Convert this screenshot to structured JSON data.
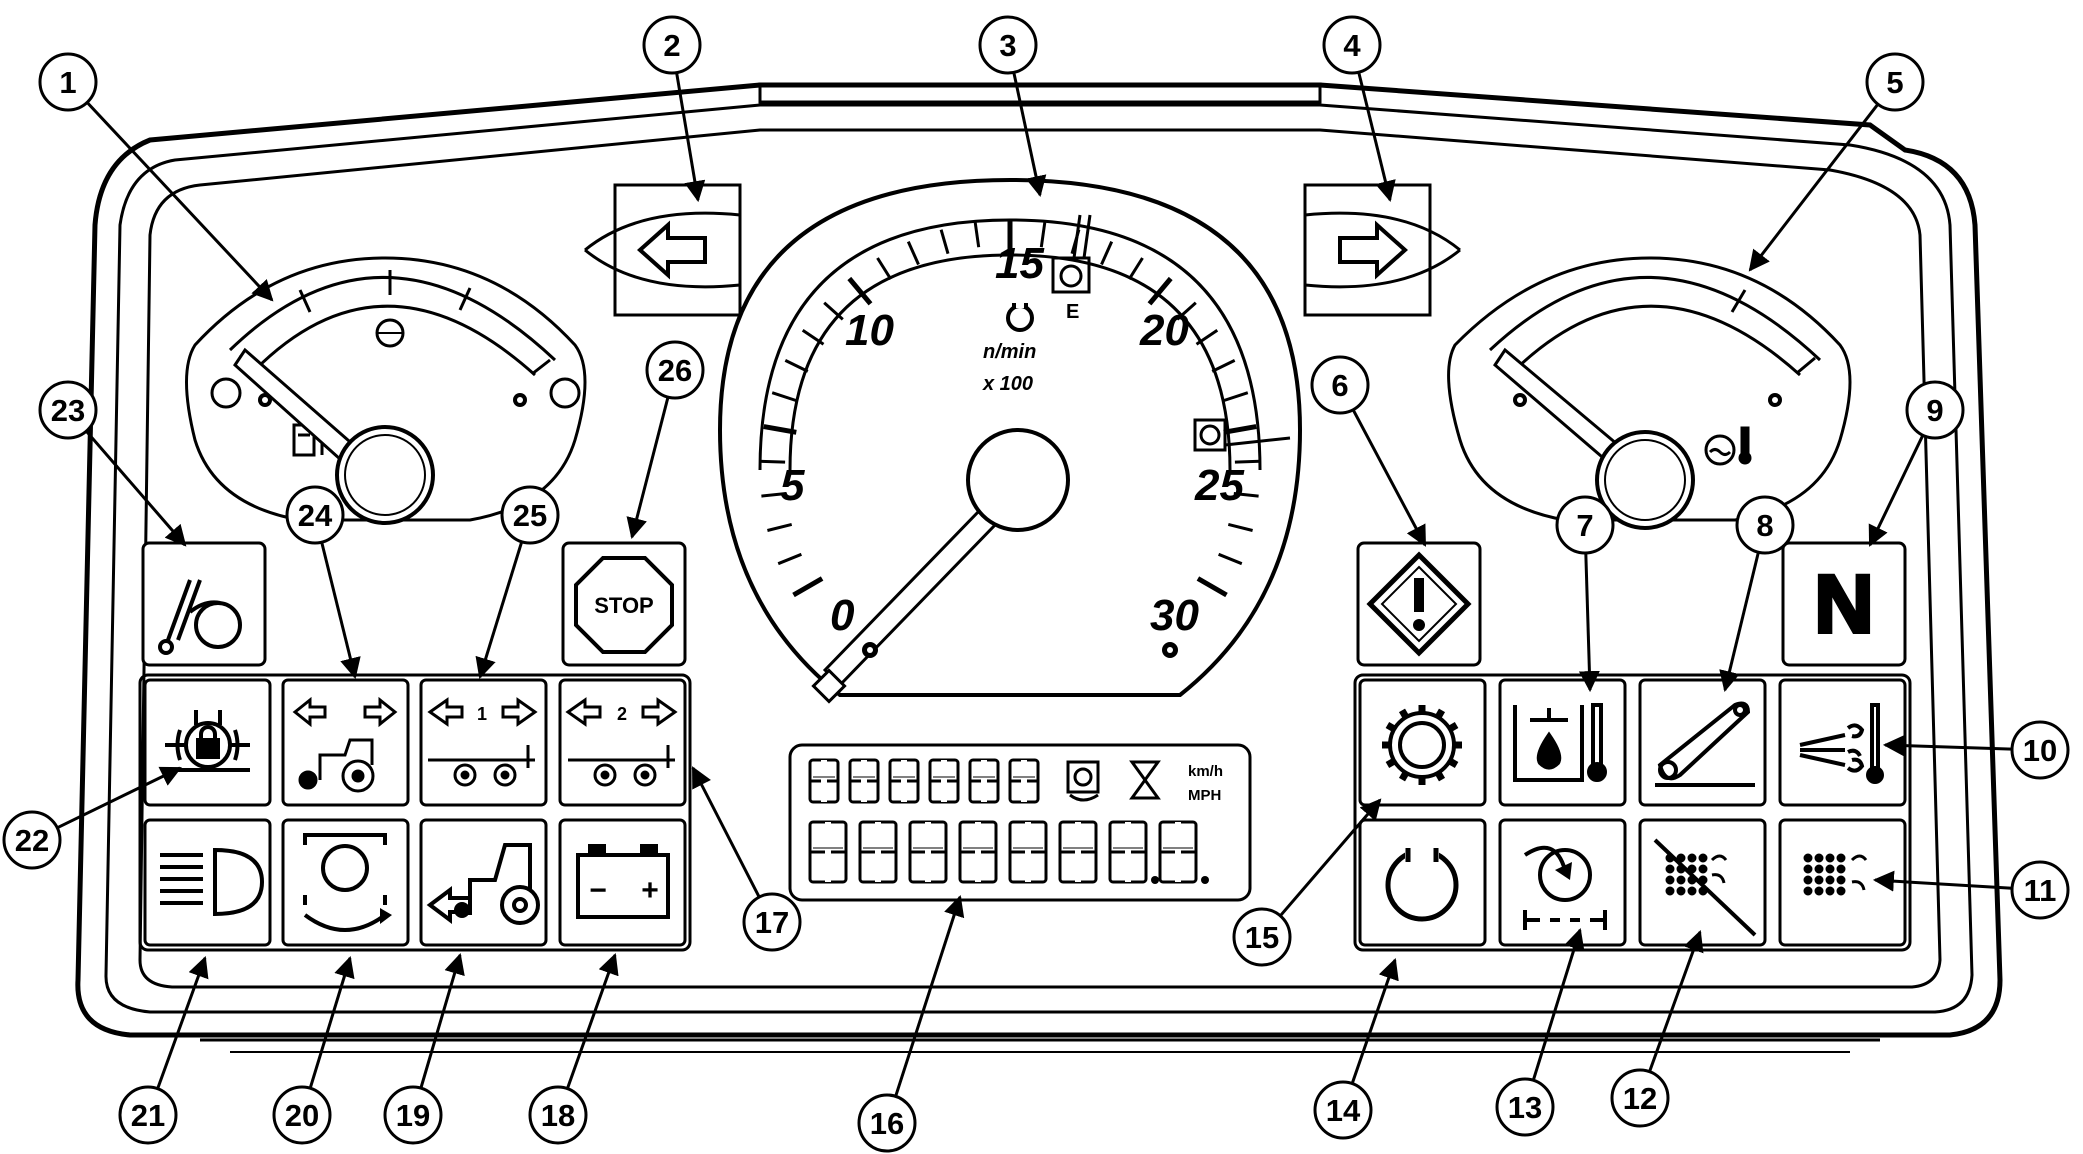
{
  "callouts": [
    "1",
    "2",
    "3",
    "4",
    "5",
    "6",
    "7",
    "8",
    "9",
    "10",
    "11",
    "12",
    "13",
    "14",
    "15",
    "16",
    "17",
    "18",
    "19",
    "20",
    "21",
    "22",
    "23",
    "24",
    "25",
    "26"
  ],
  "tachometer": {
    "scale": [
      "0",
      "5",
      "10",
      "15",
      "20",
      "25",
      "30"
    ],
    "unit": "n/min",
    "multiplier": "x 100",
    "eco_mark": "E"
  },
  "lcd": {
    "unit_speed_metric": "km/h",
    "unit_speed_imperial": "MPH"
  },
  "icons": {
    "stop_text": "STOP",
    "neutral_text": "N",
    "trailer1_text": "1",
    "trailer2_text": "2",
    "battery_minus": "−",
    "battery_plus": "+"
  }
}
